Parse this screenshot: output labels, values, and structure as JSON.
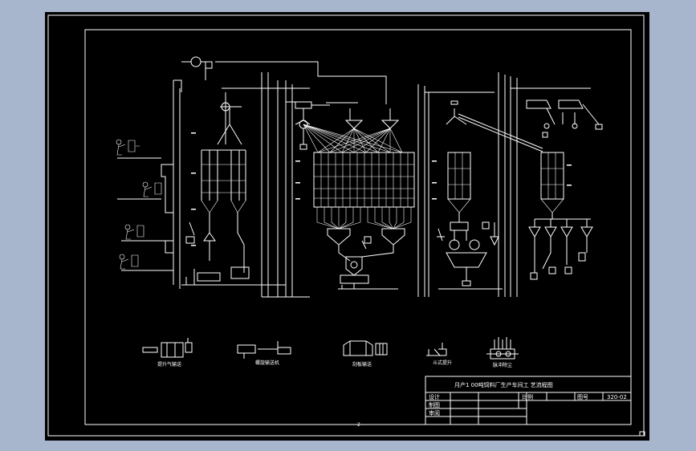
{
  "drawing": {
    "title_block": {
      "title": "月产1 00吨饲料厂生产车间工 艺流程图",
      "designer_label": "设计",
      "drawer_label": "制图",
      "reviewer_label": "审阅",
      "scale_label": "比例",
      "drawing_no_label": "图号",
      "drawing_no_value": "320-02"
    },
    "legend_captions": [
      "提升气输送",
      "螺旋输送机",
      "刮板输送",
      "斗式提升",
      "脉冲除尘"
    ],
    "sheet_mark": "2"
  },
  "colors": {
    "background": "#000000",
    "line": "#ffffff",
    "frame": "#a7b6cc"
  }
}
